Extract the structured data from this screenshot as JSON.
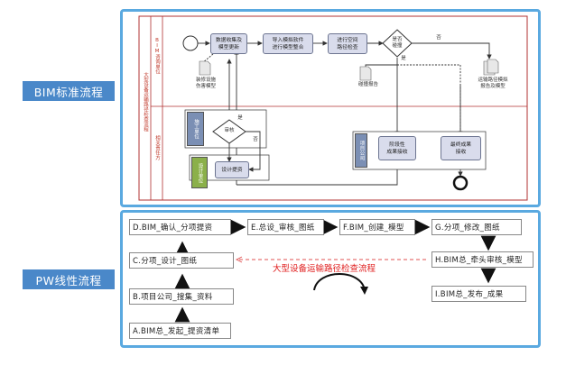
{
  "labels": {
    "bim": "BIM标准流程",
    "pw": "PW线性流程"
  },
  "swimlane": {
    "pool_title": "大型设备运输路径检查流程",
    "lane1_title": "BIM咨询单位",
    "lane2_title": "相关责任方",
    "role_a": "施工单位",
    "role_b": "设计单位",
    "role_c": "项目公司"
  },
  "bpmn": {
    "t1": "数据收集及\n模型更新",
    "t2": "导入模拟软件\n进行模型整合",
    "t3": "进行空间\n路径检查",
    "gw": "是否\n碰撞",
    "yes": "是",
    "no": "否",
    "doc1": "装修设施\n伤害模型",
    "doc2": "碰撞报告",
    "doc3": "运输路径模拟\n报告及模型",
    "t4": "阶段性\n成果接收",
    "t5": "最终成果\n接收",
    "review": "审核",
    "review_yes": "是",
    "review_no": "否",
    "t6": "设计提资"
  },
  "pw": {
    "A": "A.BIM总_发起_提资清单",
    "B": "B.项目公司_搜集_资料",
    "C": "C.分项_设计_图纸",
    "D": "D.BIM_确认_分项提资",
    "E": "E.总设_审核_图纸",
    "F": "F.BIM_创建_模型",
    "G": "G.分项_修改_图纸",
    "H": "H.BIM总_牵头审核_模型",
    "I": "I.BIM总_发布_成果",
    "loop": "大型设备运输路径检查流程"
  },
  "colors": {
    "accent_blue": "#4a88c9",
    "frame_blue": "#5aa9e0",
    "lane_red": "#b03030",
    "task_fill": "#d9dcec",
    "role_blue": "#7b8fb4",
    "role_green": "#8bb04a",
    "pw_red": "#e02020"
  }
}
